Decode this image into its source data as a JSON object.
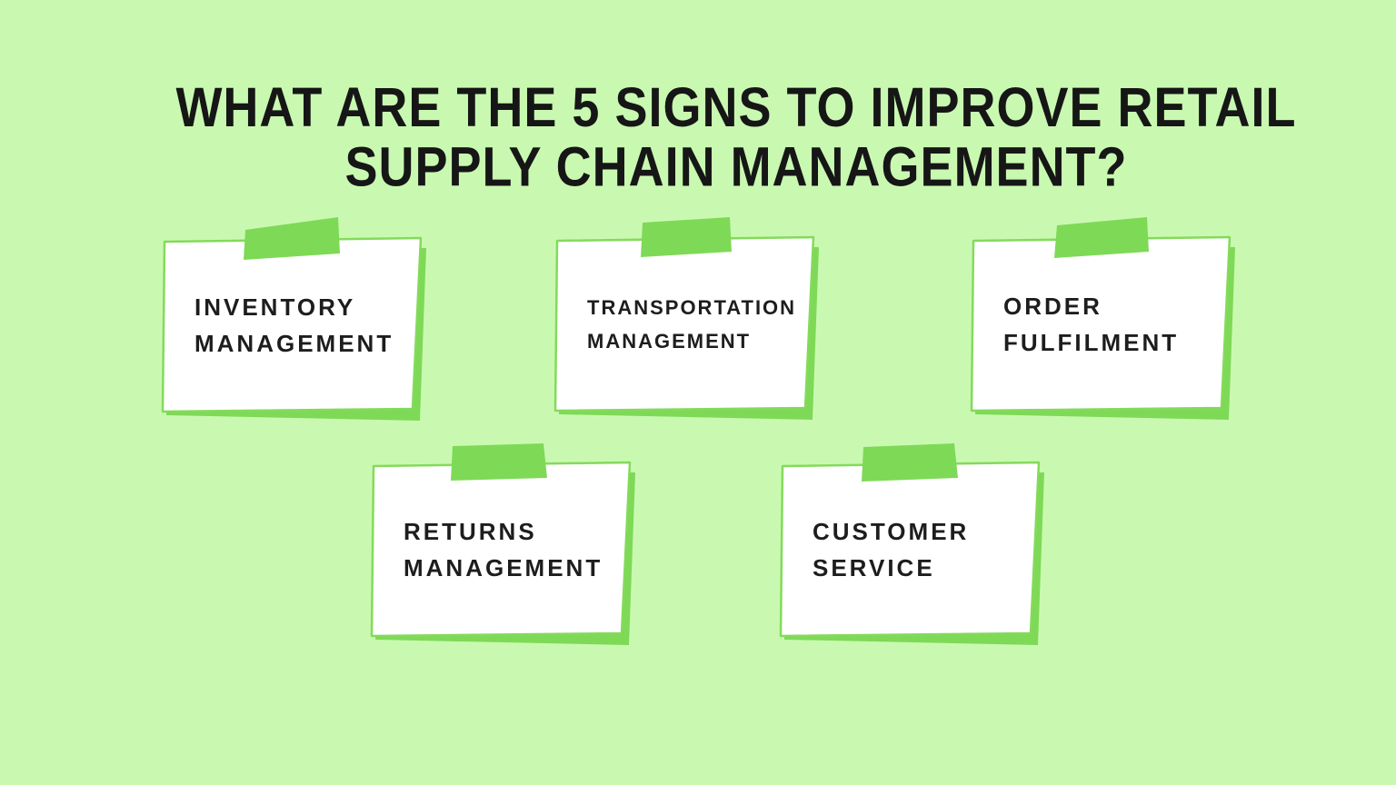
{
  "title": {
    "line1": "WHAT ARE THE 5 SIGNS TO IMPROVE RETAIL",
    "line2": "SUPPLY CHAIN MANAGEMENT?"
  },
  "cards": [
    {
      "id": "inventory-management",
      "line1": "INVENTORY",
      "line2": "MANAGEMENT"
    },
    {
      "id": "transportation-management",
      "line1": "TRANSPORTATION",
      "line2": "MANAGEMENT"
    },
    {
      "id": "order-fulfilment",
      "line1": "ORDER",
      "line2": "FULFILMENT"
    },
    {
      "id": "returns-management",
      "line1": "RETURNS",
      "line2": "MANAGEMENT"
    },
    {
      "id": "customer-service",
      "line1": "CUSTOMER",
      "line2": "SERVICE"
    }
  ],
  "colors": {
    "background": "#c9f9b1",
    "accent_green": "#7ed957",
    "card_border": "#84da5b",
    "card_fill": "#ffffff",
    "title_text": "#161616",
    "card_text": "#1d1d1d"
  }
}
